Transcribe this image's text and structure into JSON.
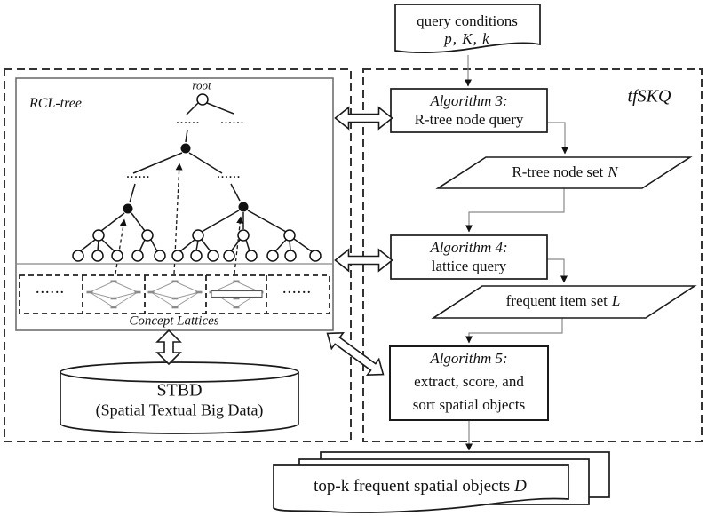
{
  "query_doc": {
    "line1": "query conditions",
    "symbols": "p, K, k"
  },
  "left_panel": {
    "rcl_tree_label": "RCL-tree",
    "root_label": "root",
    "dots": "......",
    "concept_lattices_label": "Concept Lattices",
    "stbd_line1": "STBD",
    "stbd_line2": "(Spatial Textual Big Data)"
  },
  "right_panel": {
    "title": "tfSKQ",
    "algorithm3_title": "Algorithm 3:",
    "algorithm3_sub": "R-tree node query",
    "rtree_node_set_label": "R-tree node set",
    "rtree_node_set_symbol": "N",
    "algorithm4_title": "Algorithm 4:",
    "algorithm4_sub": "lattice query",
    "frequent_item_set_label": "frequent item set",
    "frequent_item_set_symbol": "L",
    "algorithm5_title": "Algorithm 5:",
    "algorithm5_line2": "extract, score, and",
    "algorithm5_line3": "sort spatial objects"
  },
  "output_doc": {
    "label": "top-k frequent spatial objects",
    "symbol": "D"
  },
  "colors": {
    "line": "#1a1a1a",
    "connector": "#888888",
    "background": "#ffffff"
  }
}
